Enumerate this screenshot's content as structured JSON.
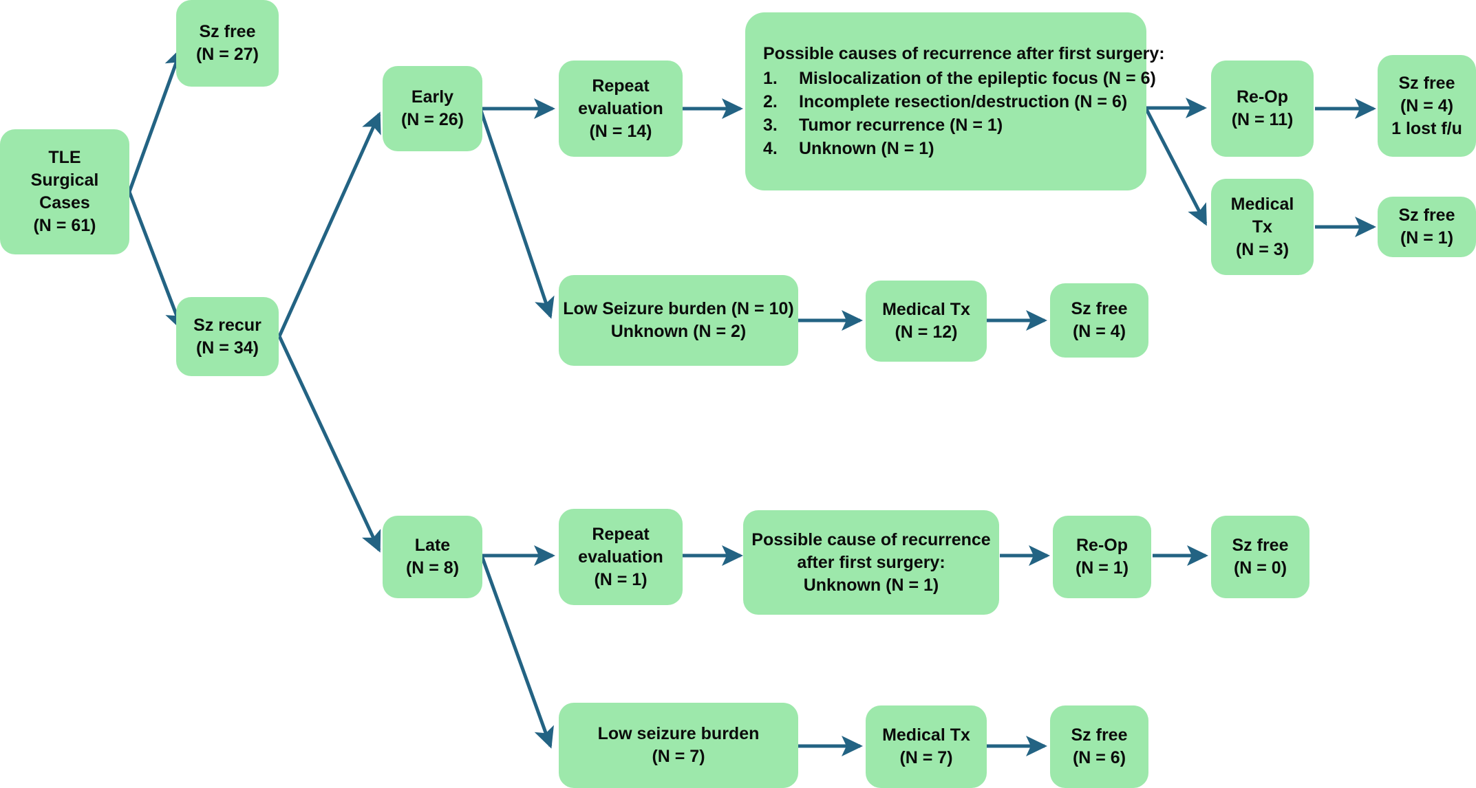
{
  "figure": {
    "type": "flowchart",
    "orientation": "left-to-right",
    "box_fill": "#9DE8AB",
    "edge_color": "#236383",
    "text_color": "#0B0B0B",
    "background": "#FFFFFF"
  },
  "nodes": {
    "root": {
      "line1": "TLE",
      "line2": "Surgical",
      "line3": "Cases",
      "line4": "(N = 61)"
    },
    "sz_free_27": {
      "line1": "Sz free",
      "line2": "(N = 27)"
    },
    "sz_recur": {
      "line1": "Sz recur",
      "line2": "(N = 34)"
    },
    "early": {
      "line1": "Early",
      "line2": "(N = 26)"
    },
    "early_repeat_eval": {
      "line1": "Repeat",
      "line2": "evaluation",
      "line3": "(N = 14)"
    },
    "early_causes": {
      "title": "Possible causes of recurrence after first surgery:",
      "items": [
        {
          "num": "1.",
          "text": "Mislocalization of the epileptic focus  (N = 6)"
        },
        {
          "num": "2.",
          "text": "Incomplete resection/destruction (N = 6)"
        },
        {
          "num": "3.",
          "text": "Tumor recurrence (N = 1)"
        },
        {
          "num": "4.",
          "text": "Unknown (N = 1)"
        }
      ]
    },
    "early_reop": {
      "line1": "Re-Op",
      "line2": "(N = 11)"
    },
    "early_reop_szfree": {
      "line1": "Sz free",
      "line2": "(N = 4)",
      "line3": "1 lost f/u"
    },
    "early_medical_tx": {
      "line1": "Medical",
      "line2": "Tx",
      "line3": "(N = 3)"
    },
    "early_medical_szfree": {
      "line1": "Sz free",
      "line2": "(N = 1)"
    },
    "early_low_burden": {
      "line1": "Low Seizure burden (N = 10)",
      "line2": "Unknown (N = 2)"
    },
    "early_low_medical_tx": {
      "line1": "Medical Tx",
      "line2": "(N = 12)"
    },
    "early_low_szfree": {
      "line1": "Sz free",
      "line2": "(N = 4)"
    },
    "late": {
      "line1": "Late",
      "line2": "(N = 8)"
    },
    "late_repeat_eval": {
      "line1": "Repeat",
      "line2": "evaluation",
      "line3": "(N = 1)"
    },
    "late_causes": {
      "line1": "Possible cause of recurrence",
      "line2": "after first surgery:",
      "line3": "Unknown (N = 1)"
    },
    "late_reop": {
      "line1": "Re-Op",
      "line2": "(N = 1)"
    },
    "late_reop_szfree": {
      "line1": "Sz free",
      "line2": "(N = 0)"
    },
    "late_low_burden": {
      "line1": "Low seizure burden",
      "line2": "(N = 7)"
    },
    "late_low_medical_tx": {
      "line1": "Medical Tx",
      "line2": "(N = 7)"
    },
    "late_low_szfree": {
      "line1": "Sz free",
      "line2": "(N = 6)"
    }
  },
  "chart_data": {
    "type": "diagram",
    "title": "TLE Surgical Cases outcome flowchart",
    "total": 61,
    "edges": [
      {
        "from": "TLE Surgical Cases (N = 61)",
        "to": "Sz free (N = 27)"
      },
      {
        "from": "TLE Surgical Cases (N = 61)",
        "to": "Sz recur (N = 34)"
      },
      {
        "from": "Sz recur (N = 34)",
        "to": "Early (N = 26)"
      },
      {
        "from": "Sz recur (N = 34)",
        "to": "Late (N = 8)"
      },
      {
        "from": "Early (N = 26)",
        "to": "Repeat evaluation (N = 14)"
      },
      {
        "from": "Early (N = 26)",
        "to": "Low Seizure burden (N = 10) / Unknown (N = 2)"
      },
      {
        "from": "Repeat evaluation (N = 14)",
        "to": "Possible causes of recurrence after first surgery"
      },
      {
        "from": "Possible causes of recurrence after first surgery",
        "to": "Re-Op (N = 11)"
      },
      {
        "from": "Possible causes of recurrence after first surgery",
        "to": "Medical Tx (N = 3)"
      },
      {
        "from": "Re-Op (N = 11)",
        "to": "Sz free (N = 4) 1 lost f/u"
      },
      {
        "from": "Medical Tx (N = 3)",
        "to": "Sz free (N = 1)"
      },
      {
        "from": "Low Seizure burden (N = 10) / Unknown (N = 2)",
        "to": "Medical Tx (N = 12)"
      },
      {
        "from": "Medical Tx (N = 12)",
        "to": "Sz free (N = 4)"
      },
      {
        "from": "Late (N = 8)",
        "to": "Repeat evaluation (N = 1)"
      },
      {
        "from": "Late (N = 8)",
        "to": "Low seizure burden (N = 7)"
      },
      {
        "from": "Repeat evaluation (N = 1)",
        "to": "Possible cause of recurrence after first surgery: Unknown (N = 1)"
      },
      {
        "from": "Possible cause of recurrence after first surgery: Unknown (N = 1)",
        "to": "Re-Op (N = 1)"
      },
      {
        "from": "Re-Op (N = 1)",
        "to": "Sz free (N = 0)"
      },
      {
        "from": "Low seizure burden (N = 7)",
        "to": "Medical Tx (N = 7)"
      },
      {
        "from": "Medical Tx (N = 7)",
        "to": "Sz free (N = 6)"
      }
    ]
  }
}
